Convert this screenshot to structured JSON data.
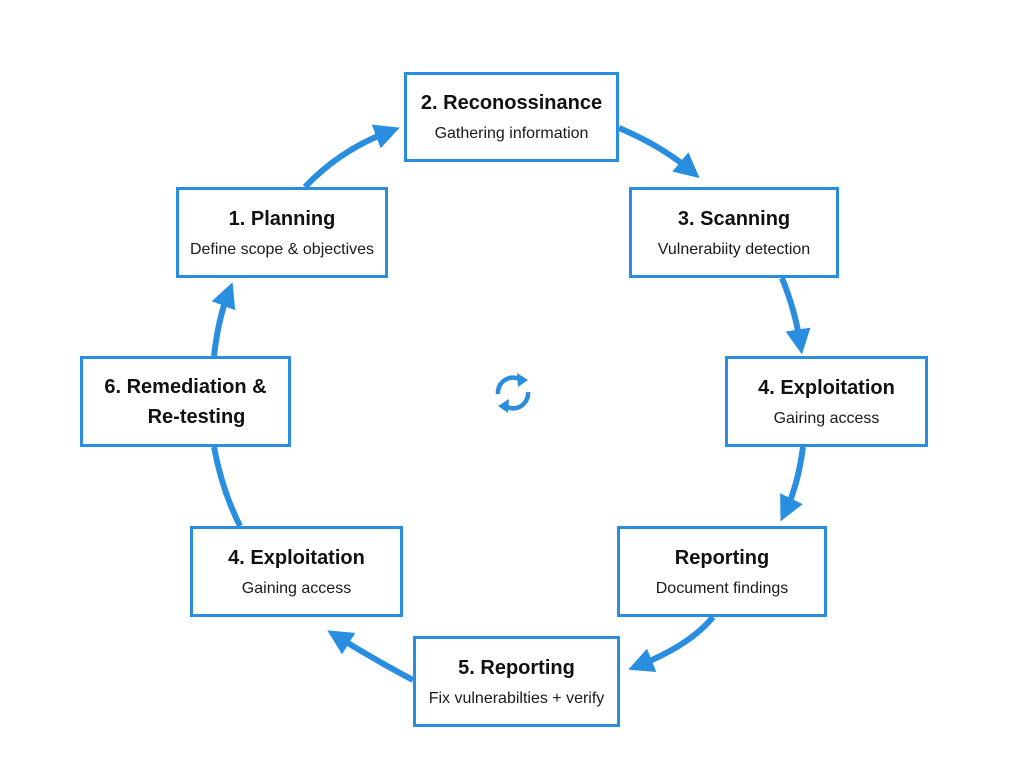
{
  "diagram": {
    "type": "cycle",
    "accent_color": "#2a8ee0",
    "center_icon": "refresh-cycle-icon",
    "nodes": {
      "reconnaissance": {
        "title": "2. Reconossinance",
        "subtitle": "Gathering information"
      },
      "planning": {
        "title": "1. Planning",
        "subtitle": "Define scope & objectives"
      },
      "scanning": {
        "title": "3. Scanning",
        "subtitle": "Vulnerabiity detection"
      },
      "exploitation_right": {
        "title": "4. Exploitation",
        "subtitle": "Gairing access"
      },
      "remediation": {
        "title_line1": "6. Remediation &",
        "title_line2": "Re-testing"
      },
      "exploitation_left": {
        "title": "4. Exploitation",
        "subtitle": "Gaining access"
      },
      "reporting": {
        "title": "Reporting",
        "subtitle": "Document findings"
      },
      "reporting5": {
        "title": "5. Reporting",
        "subtitle": "Fix vulnerabilties + verify"
      }
    },
    "edges": [
      {
        "from": "planning",
        "to": "reconnaissance"
      },
      {
        "from": "reconnaissance",
        "to": "scanning"
      },
      {
        "from": "scanning",
        "to": "exploitation_right"
      },
      {
        "from": "exploitation_right",
        "to": "reporting"
      },
      {
        "from": "reporting",
        "to": "reporting5"
      },
      {
        "from": "reporting5",
        "to": "exploitation_left"
      },
      {
        "from": "exploitation_left",
        "to": "remediation"
      },
      {
        "from": "remediation",
        "to": "planning"
      }
    ]
  }
}
